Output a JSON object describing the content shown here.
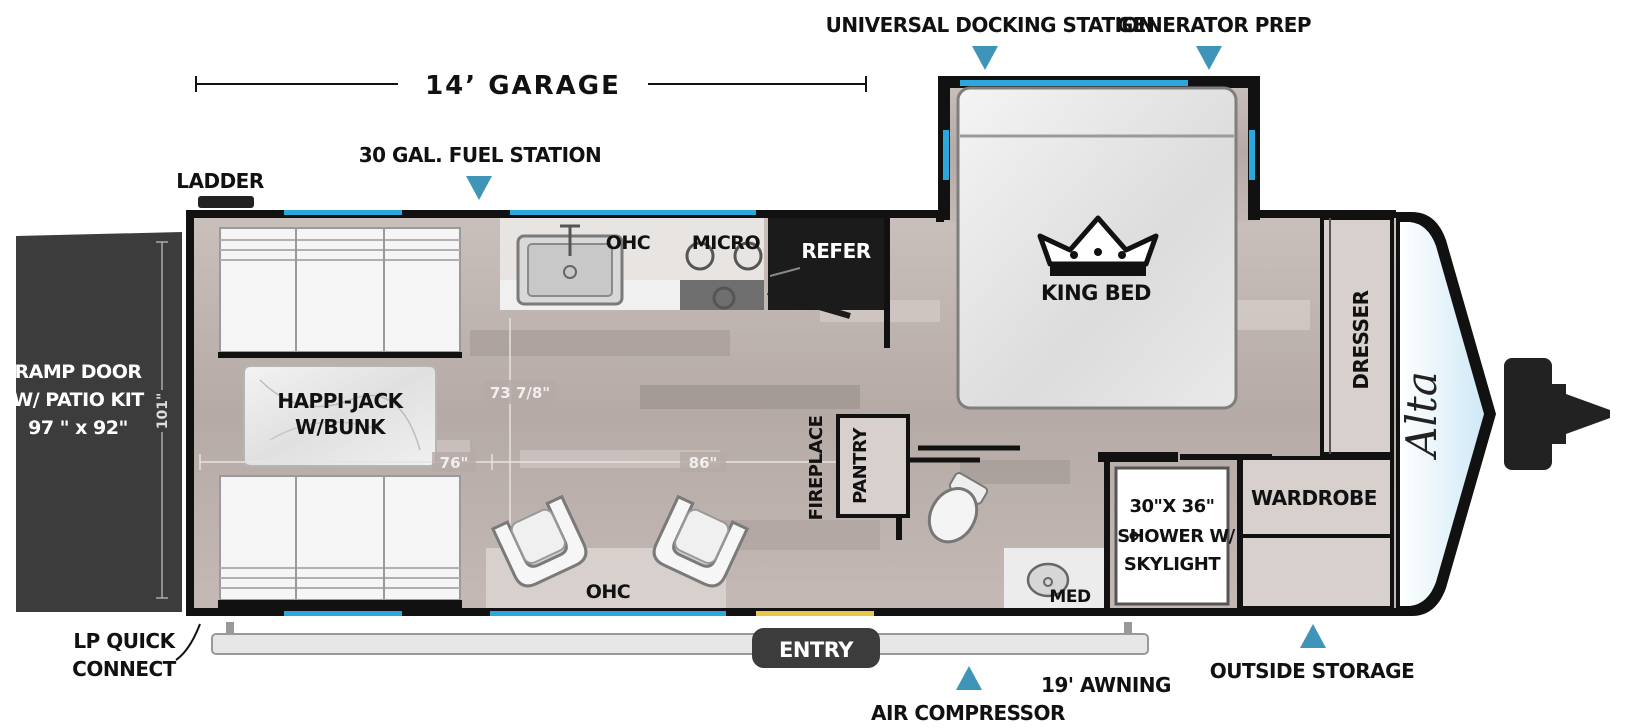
{
  "labels": {
    "garage": "14’ GARAGE",
    "universal_docking": "UNIVERSAL DOCKING STATION",
    "generator_prep": "GENERATOR PREP",
    "fuel_station": "30 GAL. FUEL STATION",
    "ladder": "LADDER",
    "ramp_door_l1": "RAMP DOOR",
    "ramp_door_l2": "W/ PATIO KIT",
    "ramp_door_l3": "97 \" x 92\"",
    "ramp_height": "101\"",
    "ohc_top": "OHC",
    "micro": "MICRO",
    "refer": "REFER",
    "king_bed": "KING BED",
    "dresser": "DRESSER",
    "happijack_l1": "HAPPI-JACK",
    "happijack_l2": "W/BUNK",
    "dim_73": "73 7/8\"",
    "dim_76": "76\"",
    "dim_86": "86\"",
    "fireplace": "FIREPLACE",
    "pantry": "PANTRY",
    "wardrobe": "WARDROBE",
    "shower_l1": "30\"X 36\"",
    "shower_l2": "SHOWER W/",
    "shower_l3": "SKYLIGHT",
    "med": "MED",
    "ohc_bottom": "OHC",
    "entry": "ENTRY",
    "lp_l1": "LP QUICK",
    "lp_l2": "CONNECT",
    "awning": "19' AWNING",
    "air_compressor": "AIR COMPRESSOR",
    "outside_storage": "OUTSIDE STORAGE",
    "brand": "Alta"
  },
  "colors": {
    "accent_blue": "#2aa7dc",
    "marker_blue": "#3f95b8",
    "entry_yellow": "#e8c84a",
    "wall": "#111111",
    "floor_light": "#cfc6c2",
    "floor_dark": "#8f8582",
    "cabinet": "#d9d3d0",
    "ramp": "#3c3c3c"
  },
  "icons": {
    "crown": "crown-icon",
    "sink": "sink-icon",
    "stove": "stove-burner-icon",
    "chair": "armchair-icon",
    "hitch": "trailer-hitch-icon"
  }
}
